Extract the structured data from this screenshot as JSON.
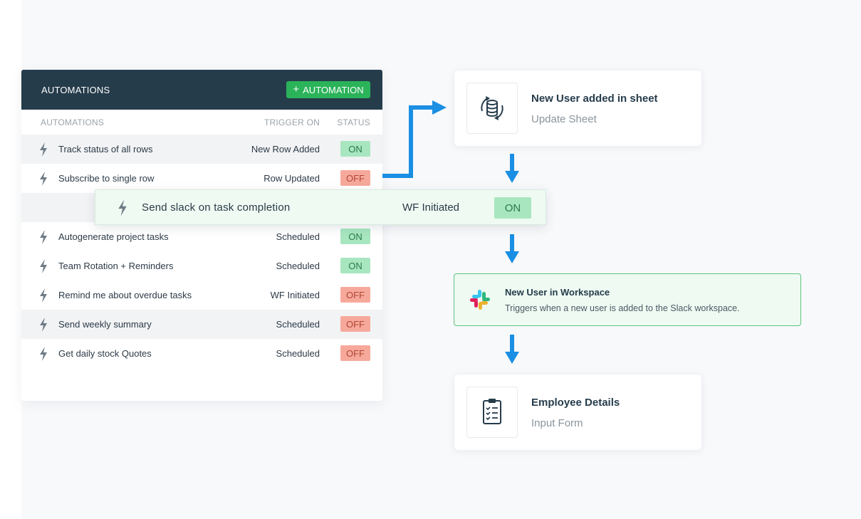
{
  "panel": {
    "title": "AUTOMATIONS",
    "add_button": "AUTOMATION",
    "columns": {
      "name": "AUTOMATIONS",
      "trigger": "TRIGGER ON",
      "status": "STATUS"
    },
    "rows": [
      {
        "name": "Track status of all rows",
        "trigger": "New Row Added",
        "status": "ON"
      },
      {
        "name": "Subscribe to single row",
        "trigger": "Row Updated",
        "status": "OFF"
      },
      {
        "name": "Autogenerate project tasks",
        "trigger": "Scheduled",
        "status": "ON"
      },
      {
        "name": "Team Rotation + Reminders",
        "trigger": "Scheduled",
        "status": "ON"
      },
      {
        "name": "Remind me about overdue tasks",
        "trigger": "WF Initiated",
        "status": "OFF"
      },
      {
        "name": "Send weekly summary",
        "trigger": "Scheduled",
        "status": "OFF"
      },
      {
        "name": "Get daily stock Quotes",
        "trigger": "Scheduled",
        "status": "OFF"
      }
    ]
  },
  "dragged_row": {
    "name": "Send slack on task completion",
    "trigger": "WF Initiated",
    "status": "ON"
  },
  "flow": {
    "step1": {
      "title": "New User added in sheet",
      "subtitle": "Update Sheet",
      "icon": "database-sync-icon"
    },
    "step2": {
      "title": "New User in Workspace",
      "subtitle": "Triggers when a new user is added to the Slack workspace.",
      "icon": "slack-icon"
    },
    "step3": {
      "title": "Employee Details",
      "subtitle": "Input Form",
      "icon": "clipboard-checklist-icon"
    }
  },
  "colors": {
    "header": "#253c4b",
    "accent_green": "#2bb35a",
    "on_badge": "#a8e6c0",
    "off_badge": "#f6a99b",
    "arrow_blue": "#1a8fe3"
  }
}
